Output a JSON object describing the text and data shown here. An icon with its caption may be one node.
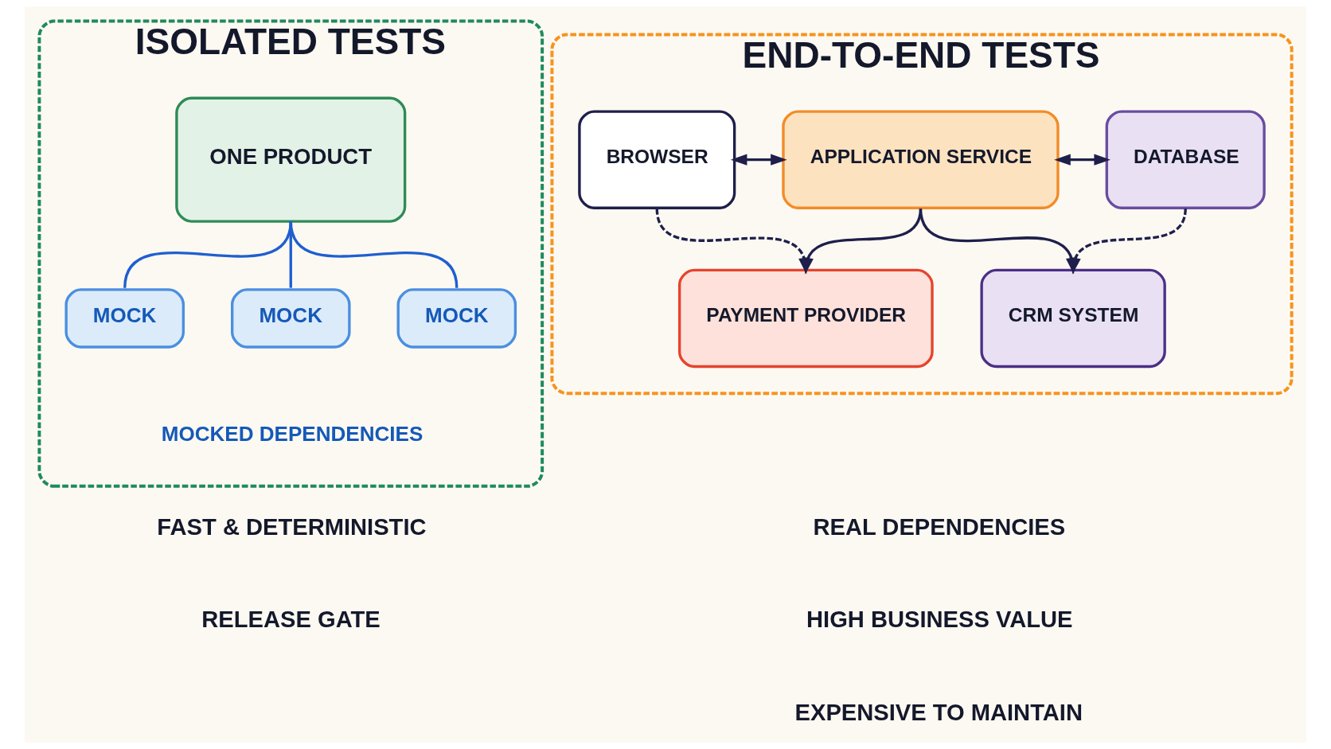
{
  "diagram": {
    "nodes": [
      {
        "text": [
          "ISOLATED TESTS"
        ]
      },
      {
        "text": [
          "ONE PRODUCT"
        ],
        "in": 0
      },
      {
        "text": [
          "MOCK"
        ],
        "in": 0
      },
      {
        "text": [
          "MOCK"
        ],
        "in": 0
      },
      {
        "text": [
          "MOCK"
        ],
        "in": 0
      },
      {
        "text": [
          "END-TO-END TESTS"
        ]
      },
      {
        "text": [
          "BROWSER"
        ],
        "in": 5
      },
      {
        "text": [
          "APPLICATION SERVICE"
        ],
        "in": 5
      },
      {
        "text": [
          "DATABASE"
        ],
        "in": 5
      },
      {
        "text": [
          "PAYMENT PROVIDER"
        ],
        "in": 5
      },
      {
        "text": [
          "CRM SYSTEM"
        ],
        "in": 5
      }
    ],
    "edges": [
      {
        "from": 1,
        "to": 2,
        "arrow": "none",
        "color": "#1f5fd0"
      },
      {
        "from": 1,
        "to": 3,
        "arrow": "none",
        "color": "#1f5fd0"
      },
      {
        "from": 1,
        "to": 4,
        "arrow": "none",
        "color": "#1f5fd0"
      },
      {
        "from": 6,
        "to": 7,
        "arrow": "both"
      },
      {
        "from": 7,
        "to": 8,
        "arrow": "both"
      },
      {
        "from": 7,
        "to": 9,
        "arrow": "to"
      },
      {
        "from": 7,
        "to": 10,
        "arrow": "to"
      },
      {
        "from": 6,
        "to": 9,
        "arrow": "to",
        "style": "dashed"
      },
      {
        "from": 8,
        "to": 10,
        "arrow": "to",
        "style": "dashed"
      }
    ],
    "labels": [
      "MOCKED DEPENDENCIES",
      "FAST & DETERMINISTIC",
      "RELEASE GATE",
      "REAL DEPENDENCIES",
      "HIGH BUSINESS VALUE",
      "EXPENSIVE TO MAINTAIN"
    ]
  }
}
